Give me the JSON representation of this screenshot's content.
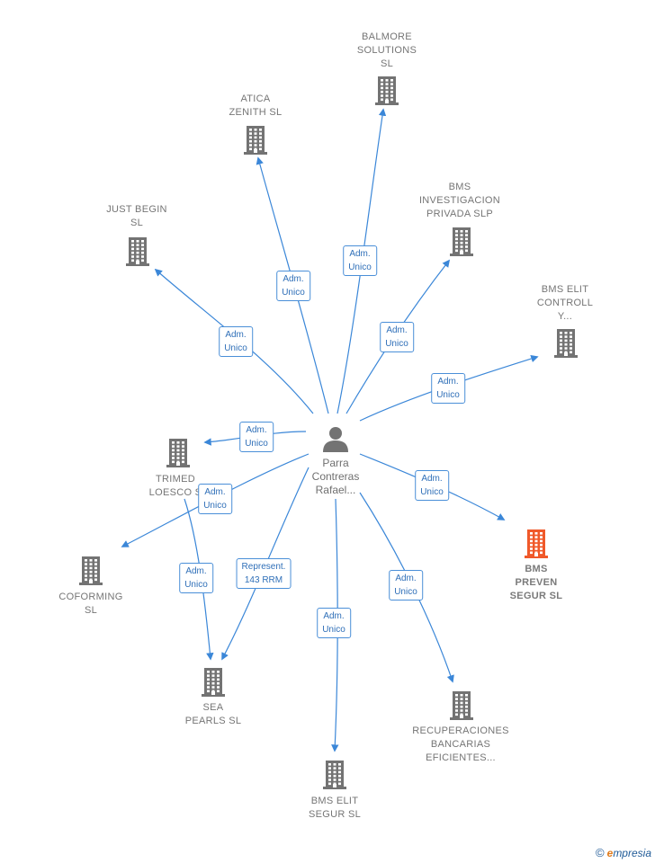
{
  "colors": {
    "edge": "#3b87d8",
    "building": "#737373",
    "building_highlight": "#f0592a",
    "person": "#737373"
  },
  "center": {
    "name": "Parra\nContreras\nRafael...",
    "icon": "person-icon"
  },
  "companies": [
    {
      "id": "balmore",
      "label": "BALMORE\nSOLUTIONS\nSL",
      "highlight": false
    },
    {
      "id": "atica",
      "label": "ATICA\nZENITH  SL",
      "highlight": false
    },
    {
      "id": "bms-investigacion",
      "label": "BMS\nINVESTIGACION\nPRIVADA  SLP",
      "highlight": false
    },
    {
      "id": "just-begin",
      "label": "JUST BEGIN\nSL",
      "highlight": false
    },
    {
      "id": "bms-elit-controll",
      "label": "BMS ELIT\nCONTROLL\nY...",
      "highlight": false
    },
    {
      "id": "trimed",
      "label": "TRIMED\nLOESCO S",
      "highlight": false
    },
    {
      "id": "bms-preven",
      "label": "BMS\nPREVEN\nSEGUR  SL",
      "highlight": true
    },
    {
      "id": "coforming",
      "label": "COFORMING\nSL",
      "highlight": false
    },
    {
      "id": "sea-pearls",
      "label": "SEA\nPEARLS SL",
      "highlight": false
    },
    {
      "id": "recuperaciones",
      "label": "RECUPERACIONES\nBANCARIAS\nEFICIENTES...",
      "highlight": false
    },
    {
      "id": "bms-elit-segur",
      "label": "BMS ELIT\nSEGUR  SL",
      "highlight": false
    }
  ],
  "edges": [
    {
      "id": "e-balmore",
      "label": "Adm.\nUnico"
    },
    {
      "id": "e-atica",
      "label": "Adm.\nUnico"
    },
    {
      "id": "e-bms-investigacion",
      "label": "Adm.\nUnico"
    },
    {
      "id": "e-just-begin",
      "label": "Adm.\nUnico"
    },
    {
      "id": "e-bms-elit-controll",
      "label": "Adm.\nUnico"
    },
    {
      "id": "e-trimed",
      "label": "Adm.\nUnico"
    },
    {
      "id": "e-bms-preven",
      "label": "Adm.\nUnico"
    },
    {
      "id": "e-coforming",
      "label": "Adm.\nUnico"
    },
    {
      "id": "e-sea-pearls-trimed",
      "label": "Adm.\nUnico"
    },
    {
      "id": "e-sea-pearls",
      "label": "Represent.\n143 RRM"
    },
    {
      "id": "e-bms-elit-segur",
      "label": "Adm.\nUnico"
    },
    {
      "id": "e-recuperaciones",
      "label": "Adm.\nUnico"
    }
  ],
  "footer": {
    "copyright_symbol": "©",
    "brand_first": "e",
    "brand_rest": "mpresia"
  }
}
